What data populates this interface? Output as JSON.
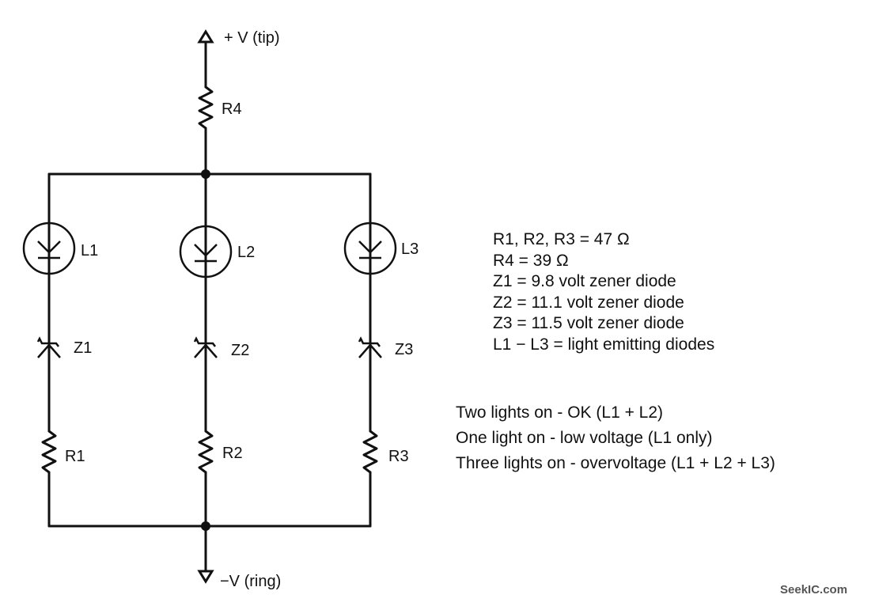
{
  "diagram": {
    "terminals": {
      "positive": "+ V (tip)",
      "negative": "−V  (ring)"
    },
    "components": {
      "R4": "R4",
      "L1": "L1",
      "L2": "L2",
      "L3": "L3",
      "Z1": "Z1",
      "Z2": "Z2",
      "Z3": "Z3",
      "R1": "R1",
      "R2": "R2",
      "R3": "R3"
    },
    "specs": [
      "R1, R2, R3 = 47 Ω",
      "R4 = 39 Ω",
      "Z1 = 9.8 volt zener diode",
      "Z2 = 11.1 volt zener diode",
      "Z3 = 11.5 volt zener diode",
      "L1 − L3 = light emitting diodes"
    ],
    "status": [
      "Two lights on - OK (L1 + L2)",
      "One light on - low voltage (L1 only)",
      "Three lights on - overvoltage (L1 + L2 + L3)"
    ],
    "watermark": "SeekIC.com"
  }
}
